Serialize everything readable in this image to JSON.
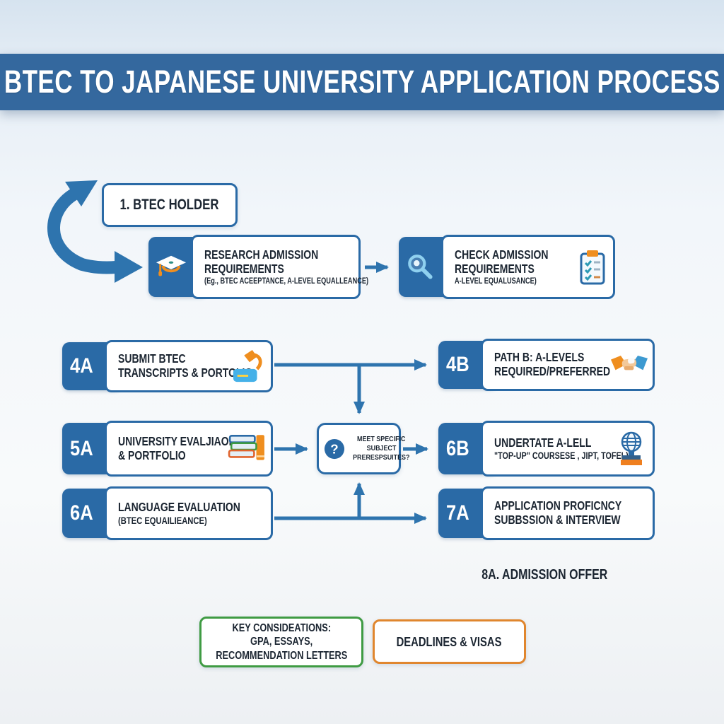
{
  "header": {
    "title": "BTEC TO JAPANESE UNIVERSITY APPLICATION PROCESS"
  },
  "flow": {
    "btec_holder": {
      "label": "1. BTEC HOLDER"
    },
    "research": {
      "line1": "RESEARCH ADMISSION",
      "line2": "REQUIREMENTS",
      "note": "(Eg., BTEC ACEEPTANCE, A-LEVEL EQUALLEANCE)"
    },
    "check": {
      "line1": "CHECK ADMISSION",
      "line2": "REQUIREMENTS",
      "note": "A-LEVEL EQUALUSANCE)"
    },
    "step4a": {
      "badge": "4A",
      "line1": "SUBMIT BTEC",
      "line2": "TRANSCRIPTS & PORTOLIO"
    },
    "step4b": {
      "badge": "4B",
      "line1": "PATH B: A-LEVELS",
      "line2": "REQUIRED/PREFERRED"
    },
    "step5a": {
      "badge": "5A",
      "line1": "UNIVERSITY EVALJIAON",
      "line2": "& PORTFOLIO"
    },
    "decision": {
      "line1": "MEET SPECIFIC",
      "line2": "SUBJECT",
      "line3": "PRERESPSUITES?"
    },
    "step6a": {
      "badge": "6A",
      "line1": "LANGUAGE EVALUATION",
      "line2": "(BTEC EQUAILIEANCE)"
    },
    "step6b": {
      "badge": "6B",
      "line1": "UNDERTATE A-LELL",
      "line2": "\"TOP-UP\" COURSESE , JIPT, TOFEL)"
    },
    "step7a": {
      "badge": "7A",
      "line1": "APPLICATION PROFICNCY",
      "line2": "SUBBSSION & INTERVIEW"
    },
    "step8a": {
      "label": "8A. ADMISSION OFFER"
    }
  },
  "footer": {
    "key_considerations": {
      "line1": "KEY CONSIDEATIONS:",
      "line2": "GPA, ESSAYS,",
      "line3": "RECOMMENDATION LETTERS"
    },
    "deadlines": {
      "label": "DEADLINES & VISAS"
    }
  },
  "icons": {
    "start_arrow": "curved-arrow-icon",
    "research_badge": "graduation-cap-icon",
    "check_badge": "magnifier-icon",
    "check_right": "clipboard-icon",
    "step4a_right": "lamp-card-icon",
    "step4b_right": "handshake-icon",
    "step5a_right": "books-icon",
    "step6b_right": "globe-stand-icon",
    "decision_icon": "question-icon",
    "question_glyph": "?"
  },
  "colors": {
    "header_bg": "#34689e",
    "accent": "#2a6aa6",
    "arrow": "#2e74ae",
    "green": "#3f9b43",
    "orange": "#e0862e",
    "ink": "#1b2531",
    "icon_orange": "#ef8e1f",
    "icon_lightblue": "#45b1e8"
  }
}
